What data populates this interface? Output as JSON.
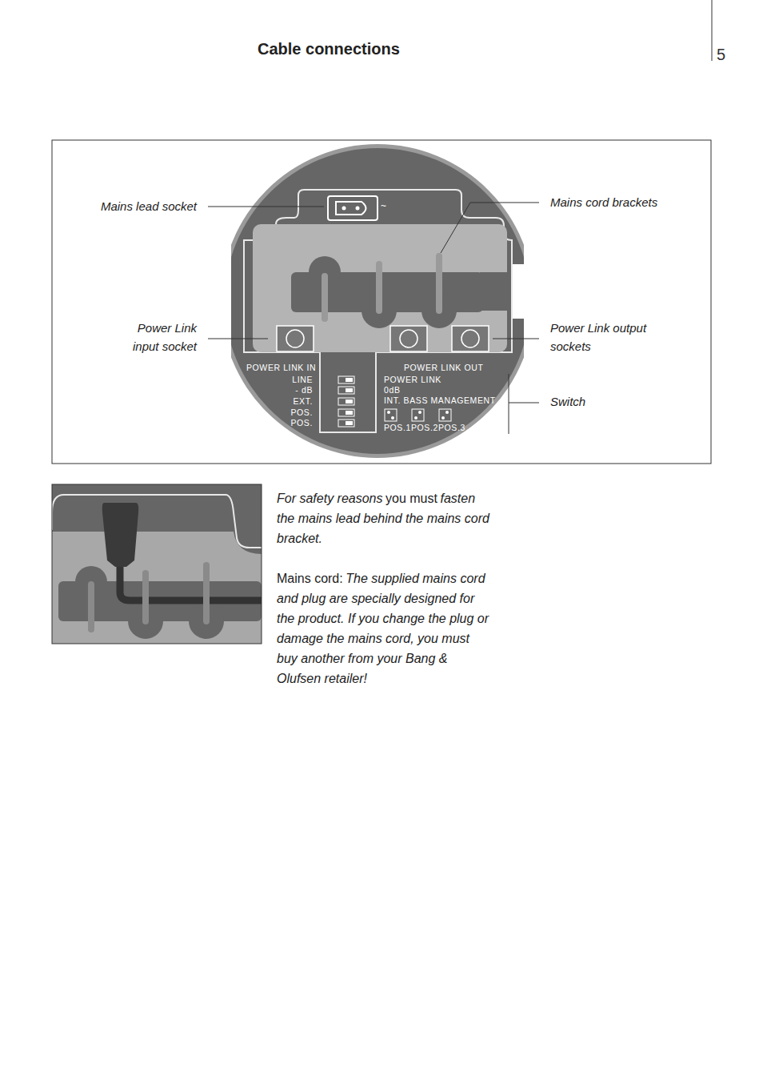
{
  "diagram": {
    "title": "Cable connections",
    "labels": [
      "5",
      "Mains lead socket",
      "Mains cord brackets",
      "Power Link input socket",
      "Power Link output sockets",
      "Switch",
      "~",
      "POWER LINK IN",
      "LINE",
      "- dB",
      "EXT.",
      "POS.",
      "POS.",
      "POWER LINK OUT",
      "POWER LINK",
      "0dB",
      "INT. BASS MANAGEMENT",
      "POS.1",
      "POS.2",
      "POS.3",
      "For safety reasons",
      "you must",
      "fasten the mains lead behind the mains cord bracket.",
      "Mains cord:",
      "The supplied mains cord and plug are specially designed for the product. If you change the plug or damage the mains cord, you must buy another from your Bang & Olufsen retailer!"
    ]
  }
}
